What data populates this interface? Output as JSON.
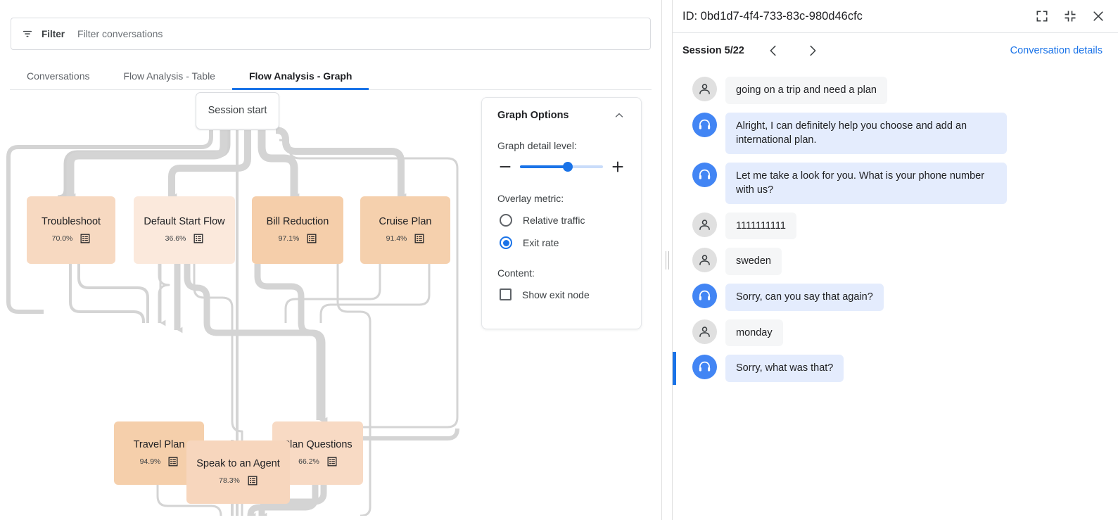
{
  "filter": {
    "label": "Filter",
    "placeholder": "Filter conversations",
    "value": "",
    "icon": "filter-icon"
  },
  "tabs": [
    {
      "label": "Conversations",
      "active": false
    },
    {
      "label": "Flow Analysis - Table",
      "active": false
    },
    {
      "label": "Flow Analysis - Graph",
      "active": true
    }
  ],
  "graph": {
    "start_node": {
      "label": "Session start"
    },
    "nodes": [
      {
        "id": "troubleshoot",
        "label": "Troubleshoot",
        "exit_rate": "70.0%",
        "color": "#f7d9c1"
      },
      {
        "id": "default-start",
        "label": "Default Start Flow",
        "exit_rate": "36.6%",
        "color": "#fbe9dc"
      },
      {
        "id": "bill-reduction",
        "label": "Bill Reduction",
        "exit_rate": "97.1%",
        "color": "#f5ceaa"
      },
      {
        "id": "cruise-plan",
        "label": "Cruise Plan",
        "exit_rate": "91.4%",
        "color": "#f5d0ad"
      },
      {
        "id": "travel-plan",
        "label": "Travel Plan",
        "exit_rate": "94.9%",
        "color": "#f5cfab"
      },
      {
        "id": "plan-questions",
        "label": "Plan Questions",
        "exit_rate": "66.2%",
        "color": "#f8dac4"
      },
      {
        "id": "speak-agent",
        "label": "Speak to an Agent",
        "exit_rate": "78.3%",
        "color": "#f7d6bd"
      }
    ],
    "edge_color": "#d4d4d4"
  },
  "graph_options": {
    "title": "Graph Options",
    "collapse_icon": "chevron-up-icon",
    "detail_label": "Graph detail level:",
    "detail_value": 58,
    "decrease_icon": "minus-icon",
    "increase_icon": "plus-icon",
    "overlay_label": "Overlay metric:",
    "overlay_options": [
      {
        "label": "Relative traffic",
        "selected": false
      },
      {
        "label": "Exit rate",
        "selected": true
      }
    ],
    "content_label": "Content:",
    "checkboxes": [
      {
        "label": "Show exit node",
        "checked": false
      }
    ],
    "accent_color": "#1a73e8"
  },
  "right_panel": {
    "id_text": "ID: 0bd1d7-4f4-733-83c-980d46cfc",
    "header_icons": [
      "expand-icon",
      "collapse-icon",
      "close-icon"
    ],
    "session_label": "Session 5/22",
    "prev_icon": "chevron-left-icon",
    "next_icon": "chevron-right-icon",
    "details_link": "Conversation details",
    "messages": [
      {
        "role": "user",
        "text": "going on a trip and need a plan",
        "highlight": false
      },
      {
        "role": "agent",
        "text": "Alright, I can definitely help you choose and add an international plan.",
        "highlight": false
      },
      {
        "role": "agent",
        "text": "Let me take a look for you. What is your phone number with us?",
        "highlight": false
      },
      {
        "role": "user",
        "text": "1111111111",
        "highlight": false
      },
      {
        "role": "user",
        "text": "sweden",
        "highlight": false
      },
      {
        "role": "agent",
        "text": "Sorry, can you say that again?",
        "highlight": false
      },
      {
        "role": "user",
        "text": "monday",
        "highlight": false
      },
      {
        "role": "agent",
        "text": "Sorry, what was that?",
        "highlight": true
      }
    ]
  }
}
